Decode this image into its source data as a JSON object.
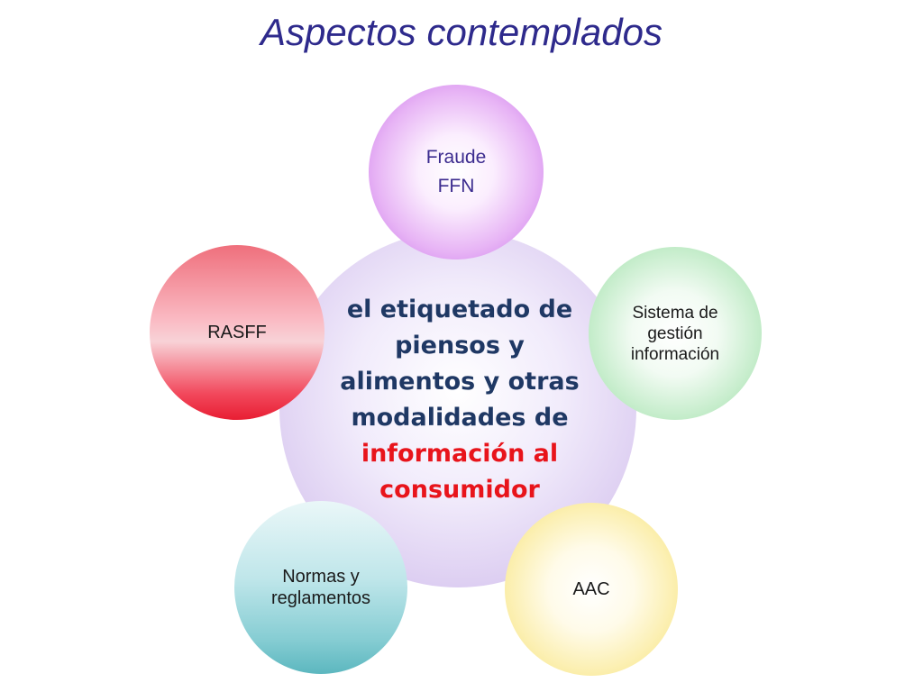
{
  "slide": {
    "title": "Aspectos contemplados"
  },
  "diagram": {
    "center": {
      "line1": "el etiquetado de",
      "line2": "piensos y",
      "line3": "alimentos y otras",
      "line4": "modalidades de",
      "line5": "información al",
      "line6": "consumidor"
    },
    "nodes": {
      "fraude": {
        "line1": "Fraude",
        "line2": "FFN"
      },
      "sistema": {
        "line1": "Sistema de",
        "line2": "gestión",
        "line3": "información"
      },
      "aac": {
        "line1": "AAC"
      },
      "normas": {
        "line1": "Normas y",
        "line2": "reglamentos"
      },
      "rasff": {
        "line1": "RASFF"
      }
    },
    "colors": {
      "title": "#2e2a8c",
      "center_text": "#1f3864",
      "highlight_text": "#e8141b",
      "center_circle": "#dccdf1",
      "fraude_circle": "#c46ce8",
      "sistema_circle": "#85d593",
      "aac_circle": "#f6d85a",
      "normas_circle": "#5cb7bf",
      "rasff_circle": "#e81e33"
    }
  }
}
